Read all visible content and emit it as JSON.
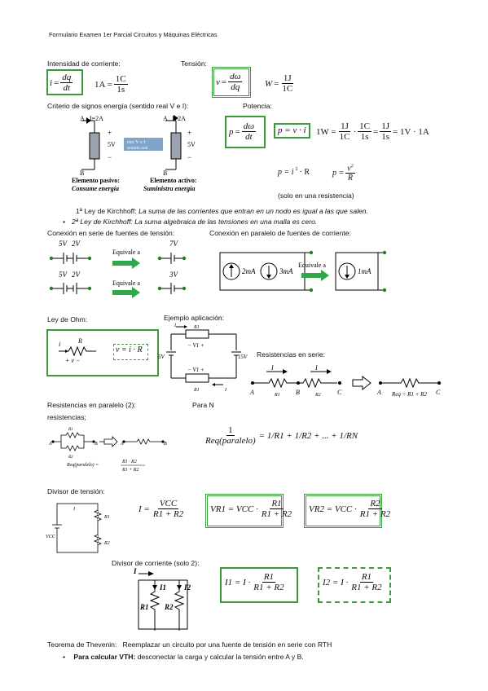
{
  "header": "Formulario Examen 1er Parcial Circuitos y Máquinas Eléctricas",
  "s1": {
    "current": "Intensidad de corriente:",
    "voltage": "Tensión:",
    "sign": "Criterio de signos energía (sentido real V e I):",
    "power": "Potencia:"
  },
  "f": {
    "i": "i",
    "eqs": "=",
    "dq": "dq",
    "dt": "dt",
    "oneA": "1A =",
    "oneC": "1C",
    "ones": "1s",
    "v": "v",
    "dw": "dω",
    "W": "W",
    "oneJ": "1J",
    "p": "p",
    "vi": "p = v · i",
    "w_chain_1": "1W =",
    "w_chain_end": "= 1V · 1A",
    "p_r1": "p = i",
    "p_r1b": "· R",
    "p_r2": "p =",
    "v2": "v",
    "R": "R",
    "sq": "2"
  },
  "circ_energy": {
    "A": "A",
    "B": "B",
    "I": "I=2A",
    "V": "5V",
    "tag1": "circ V e I",
    "tag2": "sentido real",
    "passive1": "Elemento pasivo:",
    "passive2": "Consume energía",
    "active1": "Elemento activo:",
    "active2": "Suministra energía"
  },
  "one_res": "(solo en una resistencia)",
  "kirchhoff1_label": "1ª Ley de Kirchhoff:",
  "kirchhoff1_text": "La suma de las corrientes que entran en un nodo es igual a las que salen.",
  "kirchhoff2": "2ª Ley de Kirchhoff: La suma algebraica de las tensiones en una malla es cero.",
  "series_src": "Conexión en serie de fuentes de tensión:",
  "parallel_src": "Conexión en paralelo de fuentes de corriente:",
  "src": {
    "v5": "5V",
    "v2": "2V",
    "v7": "7V",
    "v3": "3V",
    "equiv": "Equivale a",
    "ma2": "2mA",
    "ma3": "3mA",
    "ma1": "1mA"
  },
  "ohm": {
    "title": "Ley de Ohm:",
    "example": "Ejemplo aplicación:",
    "formula": "v = i · R",
    "i": "i",
    "R": "R",
    "pm": "+  v  −",
    "R1": "R1",
    "V1": "− V1 +",
    "v5": "5V",
    "v15": "15V",
    "I": "I"
  },
  "series_res": {
    "title": "Resistencias en serie:",
    "A": "A",
    "B": "B",
    "C": "C",
    "I": "I",
    "R1": "R1",
    "R2": "R2",
    "Req": "Req = R1 + R2"
  },
  "parallel_res": {
    "title1": "Resistencias en paralelo (2):",
    "title2": "resistencias;",
    "paraN": "Para N",
    "Req": "Req(paralelo) =",
    "lhs_num": "1",
    "lhs_den": "Req(paralelo)",
    "rhs": "= 1/R1 + 1/R2 + ... + 1/RN"
  },
  "divider": {
    "title": "Divisor de tensión:",
    "I": "I =",
    "Vcc": "VCC",
    "den": "R1 + R2",
    "VR1": "VR1 = VCC ·",
    "VR2": "VR2 = VCC ·",
    "R1": "R1",
    "R2": "R2"
  },
  "cdivider": {
    "title": "Divisor de corriente (solo 2):",
    "I1": "I1 = I ·",
    "I2": "I2 = I ·",
    "R1": "R1",
    "R2": "R2",
    "den": "R1 + R2",
    "lblI": "I",
    "lblI1": "I1",
    "lblI2": "I2"
  },
  "thevenin": {
    "label": "Teorema de Thevenin:",
    "text": "Reemplazar un circuito por una fuente de tensión en serie con RTH",
    "bullet_bold": "Para calcular VTH:",
    "bullet_text": "desconectar la carga y calcular la tensión entre A y B."
  },
  "colors": {
    "box": "#3c9a3c",
    "arrow": "#2ea84a",
    "tag": "#7fa6c8"
  }
}
